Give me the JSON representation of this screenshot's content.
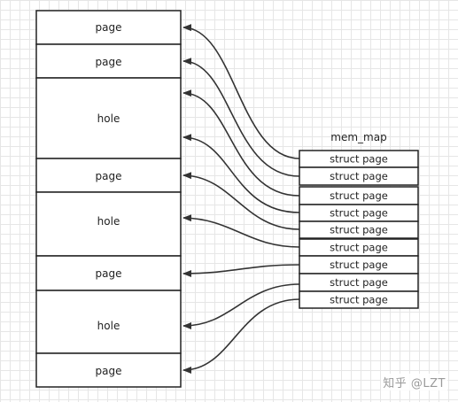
{
  "memory": {
    "blocks": [
      {
        "label": "page"
      },
      {
        "label": "page"
      },
      {
        "label": "hole"
      },
      {
        "label": "page"
      },
      {
        "label": "hole"
      },
      {
        "label": "page"
      },
      {
        "label": "hole"
      },
      {
        "label": "page"
      }
    ]
  },
  "mem_map": {
    "title": "mem_map",
    "entries": [
      {
        "label": "struct page"
      },
      {
        "label": "struct page"
      },
      {
        "label": "struct page"
      },
      {
        "label": "struct page"
      },
      {
        "label": "struct page"
      },
      {
        "label": "struct page"
      },
      {
        "label": "struct page"
      },
      {
        "label": "struct page"
      },
      {
        "label": "struct page"
      }
    ]
  },
  "watermark": "知乎 @LZT",
  "colors": {
    "line": "#333333",
    "box_border": "#222222",
    "box_fill": "#ffffff",
    "grid": "#e6e6e6"
  }
}
